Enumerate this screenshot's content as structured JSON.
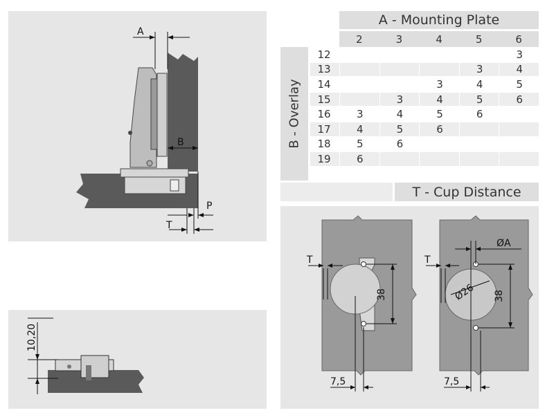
{
  "side_view": {
    "label_a": "A",
    "label_b": "B",
    "label_p": "P",
    "label_t": "T"
  },
  "plate_view": {
    "dim_height": "10,20"
  },
  "table": {
    "title_a": "A - Mounting Plate",
    "title_b": "B - Overlay",
    "footer": "T - Cup Distance",
    "columns": [
      "2",
      "3",
      "4",
      "5",
      "6"
    ],
    "rows": [
      {
        "overlay": "12",
        "cells": [
          "",
          "",
          "",
          "",
          "3"
        ]
      },
      {
        "overlay": "13",
        "cells": [
          "",
          "",
          "",
          "3",
          "4"
        ]
      },
      {
        "overlay": "14",
        "cells": [
          "",
          "",
          "3",
          "4",
          "5"
        ]
      },
      {
        "overlay": "15",
        "cells": [
          "",
          "3",
          "4",
          "5",
          "6"
        ]
      },
      {
        "overlay": "16",
        "cells": [
          "3",
          "4",
          "5",
          "6",
          ""
        ]
      },
      {
        "overlay": "17",
        "cells": [
          "4",
          "5",
          "6",
          "",
          ""
        ]
      },
      {
        "overlay": "18",
        "cells": [
          "5",
          "6",
          "",
          "",
          ""
        ]
      },
      {
        "overlay": "19",
        "cells": [
          "6",
          "",
          "",
          "",
          ""
        ]
      },
      {
        "overlay": "",
        "cells": [
          "",
          "",
          "",
          "",
          ""
        ]
      }
    ]
  },
  "drill_views": {
    "left": {
      "label_t": "T",
      "dim_38": "38",
      "dim_7_5": "7,5"
    },
    "right": {
      "label_t": "T",
      "dim_phi_a": "ØA",
      "dim_phi_26": "Ø26",
      "dim_38": "38",
      "dim_7_5": "7,5"
    }
  }
}
